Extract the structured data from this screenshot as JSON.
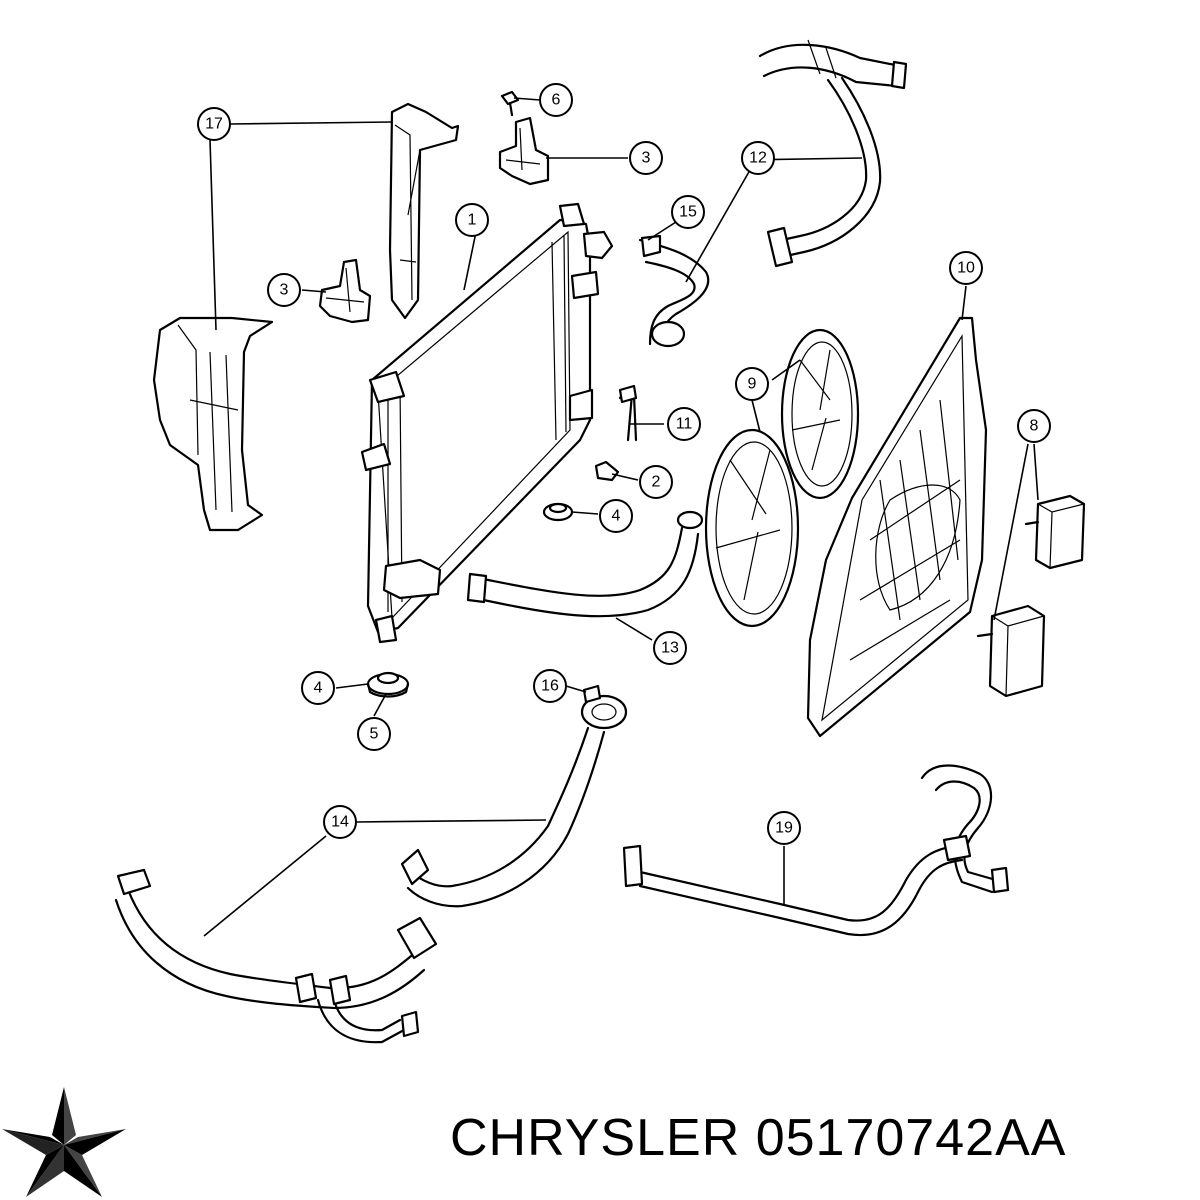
{
  "caption": {
    "brand": "CHRYSLER",
    "part_number": "05170742AA"
  },
  "logo": {
    "icon": "chrysler-pentastar-logo"
  },
  "callouts": [
    "17",
    "6",
    "3",
    "3",
    "1",
    "12",
    "15",
    "10",
    "9",
    "11",
    "8",
    "2",
    "4",
    "13",
    "4",
    "5",
    "16",
    "14",
    "19"
  ],
  "colors": {
    "line": "#000000",
    "background": "#ffffff"
  }
}
